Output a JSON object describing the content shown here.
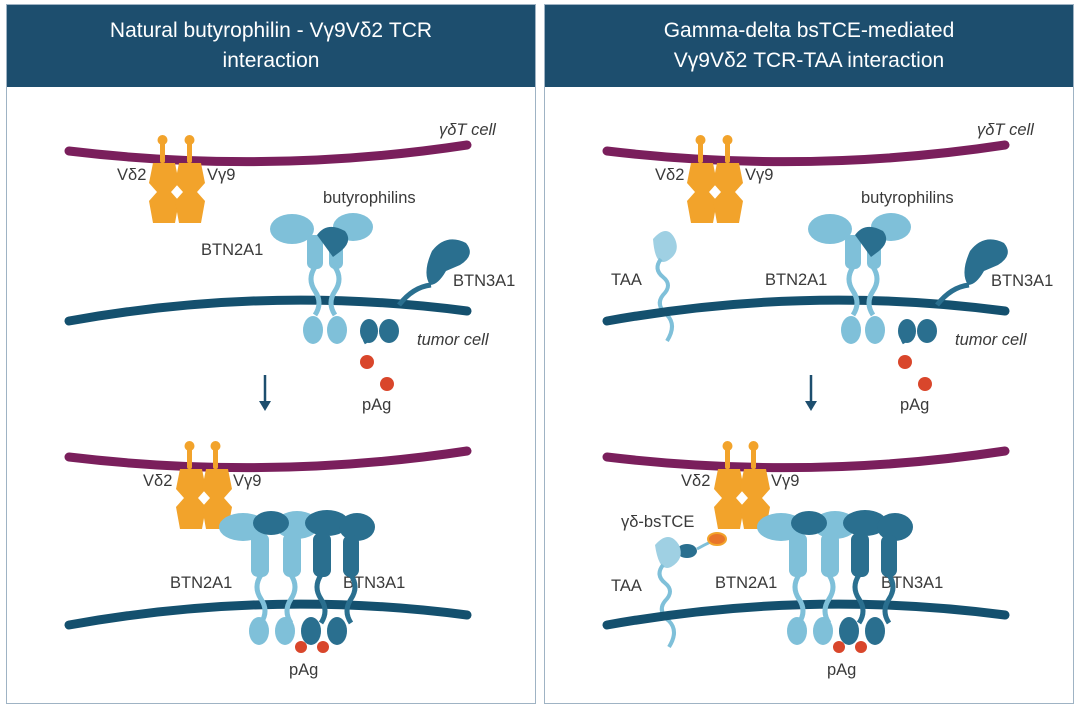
{
  "panels": [
    {
      "title_line1": "Natural butyrophilin - Vγ9Vδ2 TCR",
      "title_line2": "interaction",
      "top": {
        "gd_cell": "γδT cell",
        "vd2": "Vδ2",
        "vg9": "Vγ9",
        "butyrophilins": "butyrophilins",
        "btn2a1": "BTN2A1",
        "btn3a1": "BTN3A1",
        "tumor_cell": "tumor cell",
        "pag": "pAg"
      },
      "bottom": {
        "vd2": "Vδ2",
        "vg9": "Vγ9",
        "btn2a1": "BTN2A1",
        "btn3a1": "BTN3A1",
        "pag": "pAg"
      }
    },
    {
      "title_line1": "Gamma-delta bsTCE-mediated",
      "title_line2": "Vγ9Vδ2 TCR-TAA interaction",
      "top": {
        "gd_cell": "γδT cell",
        "vd2": "Vδ2",
        "vg9": "Vγ9",
        "butyrophilins": "butyrophilins",
        "taa": "TAA",
        "btn2a1": "BTN2A1",
        "btn3a1": "BTN3A1",
        "tumor_cell": "tumor cell",
        "pag": "pAg"
      },
      "bottom": {
        "vd2": "Vδ2",
        "vg9": "Vγ9",
        "bstce": "γδ-bsTCE",
        "taa": "TAA",
        "btn2a1": "BTN2A1",
        "btn3a1": "BTN3A1",
        "pag": "pAg"
      }
    }
  ],
  "colors": {
    "header_bg": "#1d4e6e",
    "t_cell_membrane": "#7a1f5c",
    "tumor_membrane": "#14506e",
    "tcr": "#f2a32b",
    "btn2a1": "#7fc0d9",
    "btn3a1": "#2a6f8f",
    "pag": "#d9462b",
    "arrow": "#1d4e6e"
  }
}
